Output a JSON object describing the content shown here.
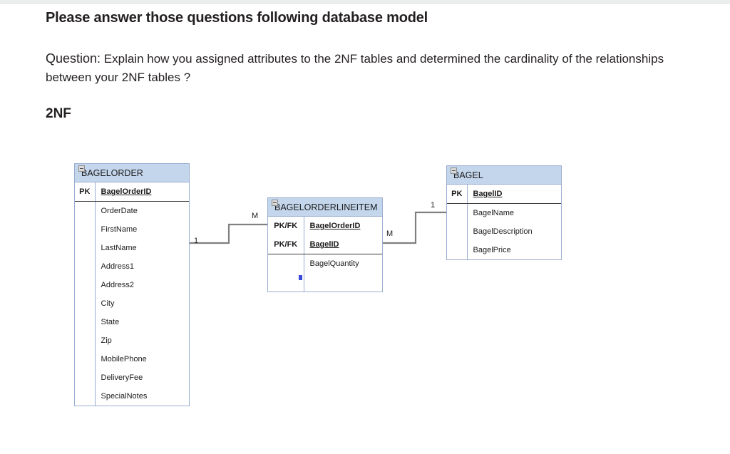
{
  "page": {
    "title": "Please answer those questions following database model",
    "question_label": "Question:",
    "question_text": " Explain how you assigned attributes to the 2NF tables and determined the cardinality of the relationships between your 2NF tables ?",
    "section_heading": "2NF"
  },
  "colors": {
    "entity_header_fill": "#c4d6ec",
    "entity_border": "#9aaed0",
    "connector_line": "#808080",
    "text": "#231f20",
    "handle": "#3a49d8"
  },
  "diagram": {
    "entities": [
      {
        "id": "bagelorder",
        "name": "BAGELORDER",
        "collapse_icon": "minus-box-icon",
        "rows": [
          {
            "key": "PK",
            "attr": "BagelOrderID"
          },
          {
            "key": "",
            "attr": "OrderDate"
          },
          {
            "key": "",
            "attr": "FirstName"
          },
          {
            "key": "",
            "attr": "LastName"
          },
          {
            "key": "",
            "attr": "Address1"
          },
          {
            "key": "",
            "attr": "Address2"
          },
          {
            "key": "",
            "attr": "City"
          },
          {
            "key": "",
            "attr": "State"
          },
          {
            "key": "",
            "attr": "Zip"
          },
          {
            "key": "",
            "attr": "MobilePhone"
          },
          {
            "key": "",
            "attr": "DeliveryFee"
          },
          {
            "key": "",
            "attr": "SpecialNotes"
          }
        ]
      },
      {
        "id": "bagelorderlineitem",
        "name": "BAGELORDERLINEITEM",
        "collapse_icon": "minus-box-icon",
        "rows": [
          {
            "key": "PK/FK",
            "attr": "BagelOrderID"
          },
          {
            "key": "PK/FK",
            "attr": "BagelID"
          },
          {
            "key": "",
            "attr": "BagelQuantity"
          }
        ]
      },
      {
        "id": "bagel",
        "name": "BAGEL",
        "collapse_icon": "minus-box-icon",
        "rows": [
          {
            "key": "PK",
            "attr": "BagelID"
          },
          {
            "key": "",
            "attr": "BagelName"
          },
          {
            "key": "",
            "attr": "BagelDescription"
          },
          {
            "key": "",
            "attr": "BagelPrice"
          }
        ]
      }
    ],
    "relationships": [
      {
        "id": "order-to-lineitem",
        "from": "BAGELORDER",
        "to": "BAGELORDERLINEITEM",
        "from_cardinality": "1",
        "to_cardinality": "M"
      },
      {
        "id": "lineitem-to-bagel",
        "from": "BAGELORDERLINEITEM",
        "to": "BAGEL",
        "from_cardinality": "M",
        "to_cardinality": "1"
      }
    ]
  }
}
